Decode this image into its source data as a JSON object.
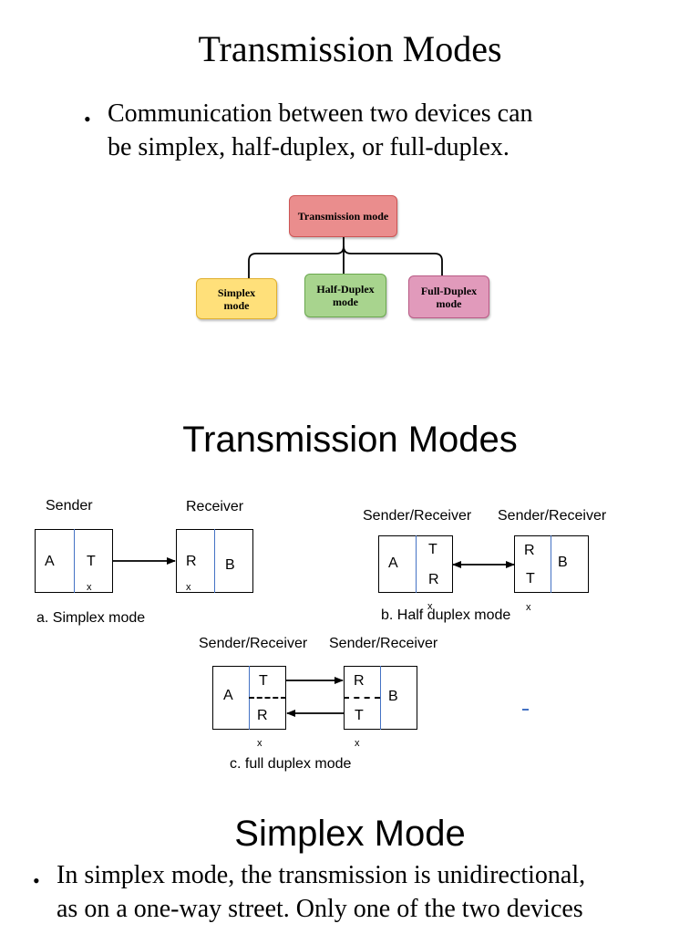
{
  "slide1": {
    "title": "Transmission Modes",
    "bullet": "Communication between two devices can be simplex, half-duplex, or full-duplex.",
    "bullet_line1": "Communication between two devices can",
    "bullet_line2": "be simplex, half-duplex, or full-duplex.",
    "tree": {
      "root": "Transmission mode",
      "children": [
        {
          "label": "Simplex mode",
          "color": "#ffd966"
        },
        {
          "label": "Half-Duplex mode",
          "color": "#93c47d"
        },
        {
          "label": "Full-Duplex mode",
          "color": "#d27aa0"
        }
      ],
      "root_color": "#e06666"
    }
  },
  "slide2": {
    "title": "Transmission Modes",
    "simplex": {
      "sender": "Sender",
      "receiver": "Receiver",
      "left_a": "A",
      "left_t": "T",
      "right_r": "R",
      "right_b": "B",
      "x": "x",
      "caption": "a. Simplex mode"
    },
    "half": {
      "left_label": "Sender/Receiver",
      "right_label": "Sender/Receiver",
      "left_a": "A",
      "left_t": "T",
      "left_r": "R",
      "right_r": "R",
      "right_t": "T",
      "right_b": "B",
      "x": "x",
      "caption": "b. Half duplex mode"
    },
    "full": {
      "left_label": "Sender/Receiver",
      "right_label": "Sender/Receiver",
      "left_a": "A",
      "left_t": "T",
      "left_r": "R",
      "right_r": "R",
      "right_t": "T",
      "right_b": "B",
      "x": "x",
      "caption": "c. full duplex mode"
    }
  },
  "slide3": {
    "title": "Simplex Mode",
    "line1": "In simplex mode, the transmission  is unidirectional,",
    "line2": "as on a one-way street. Only one of the two devices"
  },
  "colors": {
    "divider": "#4472c4",
    "line": "#000000"
  }
}
